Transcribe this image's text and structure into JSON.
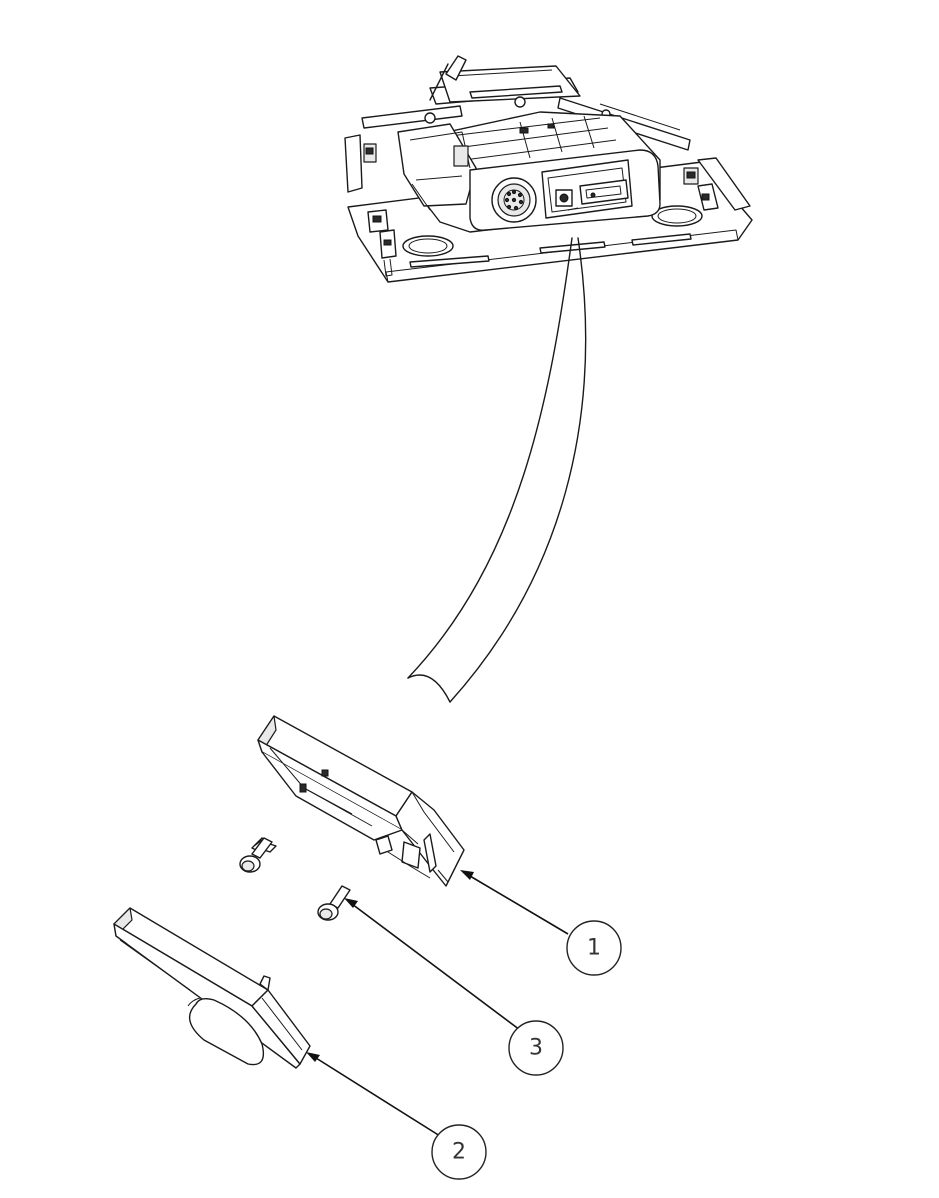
{
  "diagram": {
    "type": "exploded-parts-drawing",
    "balloons": [
      {
        "id": "1",
        "label": "1"
      },
      {
        "id": "2",
        "label": "2"
      },
      {
        "id": "3",
        "label": "3"
      }
    ],
    "colors": {
      "line": "#1a1a1a",
      "background": "#ffffff"
    }
  }
}
